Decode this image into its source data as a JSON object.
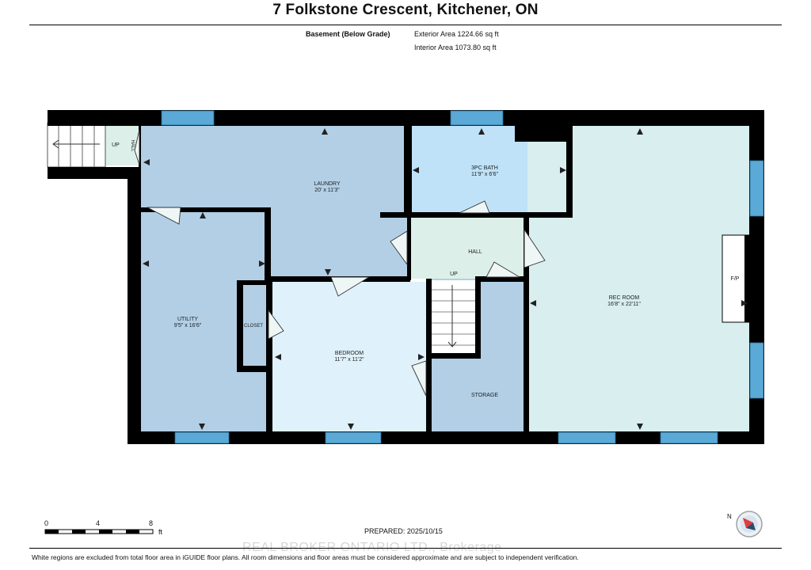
{
  "title": "7 Folkstone Crescent, Kitchener, ON",
  "level": {
    "name": "Basement (Below Grade)",
    "exterior_area": "Exterior Area 1224.66 sq ft",
    "interior_area": "Interior Area 1073.80 sq ft"
  },
  "rooms": {
    "laundry": {
      "name": "LAUNDRY",
      "dims": "20' x 11'3\""
    },
    "bath": {
      "name": "3PC BATH",
      "dims": "11'9\" x 6'6\""
    },
    "utility": {
      "name": "UTILITY",
      "dims": "9'5\" x 16'6\""
    },
    "bedroom": {
      "name": "BEDROOM",
      "dims": "11'7\" x 11'2\""
    },
    "rec_room": {
      "name": "REC ROOM",
      "dims": "16'8\" x 22'11\""
    },
    "hall_center": {
      "name": "HALL"
    },
    "hall_left": {
      "name": "HALL"
    },
    "closet": {
      "name": "CLOSET"
    },
    "storage": {
      "name": "STORAGE"
    },
    "fireplace": {
      "name": "F/P"
    }
  },
  "stair_labels": {
    "left_up": "UP",
    "center_up": "UP"
  },
  "scale": {
    "labels": [
      "0",
      "4",
      "8"
    ],
    "unit": "ft"
  },
  "prepared": "PREPARED: 2025/10/15",
  "footer": "White regions are excluded from total floor area in iGUIDE floor plans. All room dimensions and floor areas must be considered approximate and are subject to independent verification.",
  "watermark": "REAL BROKER ONTARIO LTD., Brokerage",
  "compass_label": "N",
  "colors": {
    "wall": "#000000",
    "window": "#5aa9d6",
    "laundry": "#b2cfe6",
    "bath": "#bfe2f8",
    "utility": "#b2cfe6",
    "bedroom": "#dff1fb",
    "rec_room": "#d8eeef",
    "hall": "#dcefe8",
    "storage": "#b2cfe6",
    "compass_accent": "#e23b3b"
  }
}
